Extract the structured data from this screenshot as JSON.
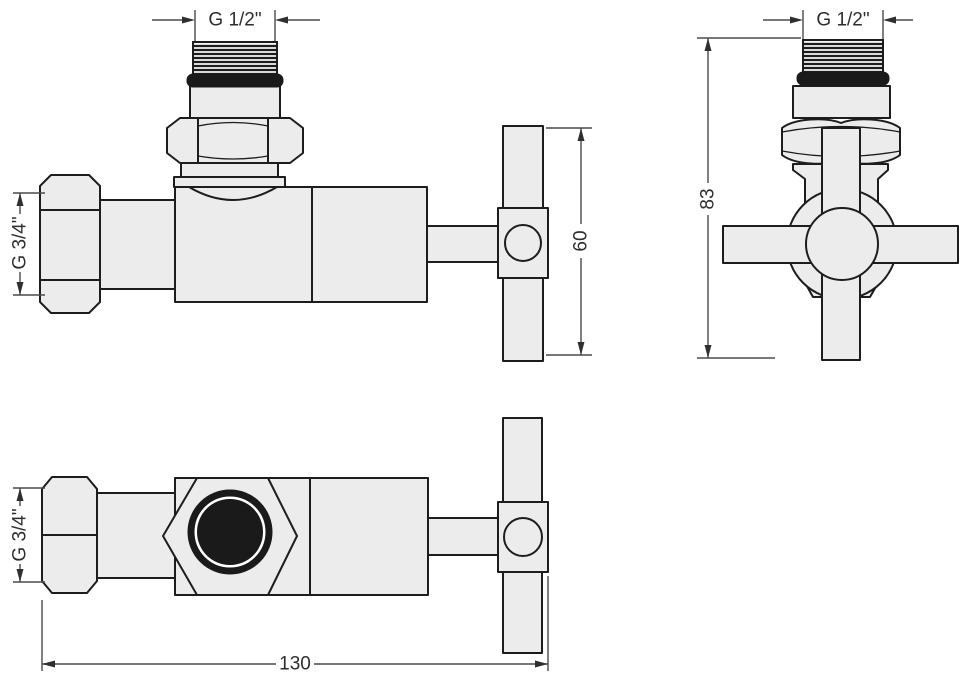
{
  "drawing_type": "technical-drawing-angle-valve",
  "colors": {
    "background": "#ffffff",
    "outline": "#1d1d1d",
    "part_fill": "#ececec",
    "seal_black": "#1a1a1a",
    "dimension_line": "#4a4a4a",
    "dimension_text": "#2e2e2e"
  },
  "views": {
    "side": {
      "thread_top_label": "G 1/2\"",
      "thread_left_label": "G 3/4\"",
      "handle_height_label": "60"
    },
    "front": {
      "thread_top_label": "G 1/2\"",
      "total_height_label": "83"
    },
    "top": {
      "thread_left_label": "G 3/4\"",
      "total_length_label": "130"
    }
  }
}
